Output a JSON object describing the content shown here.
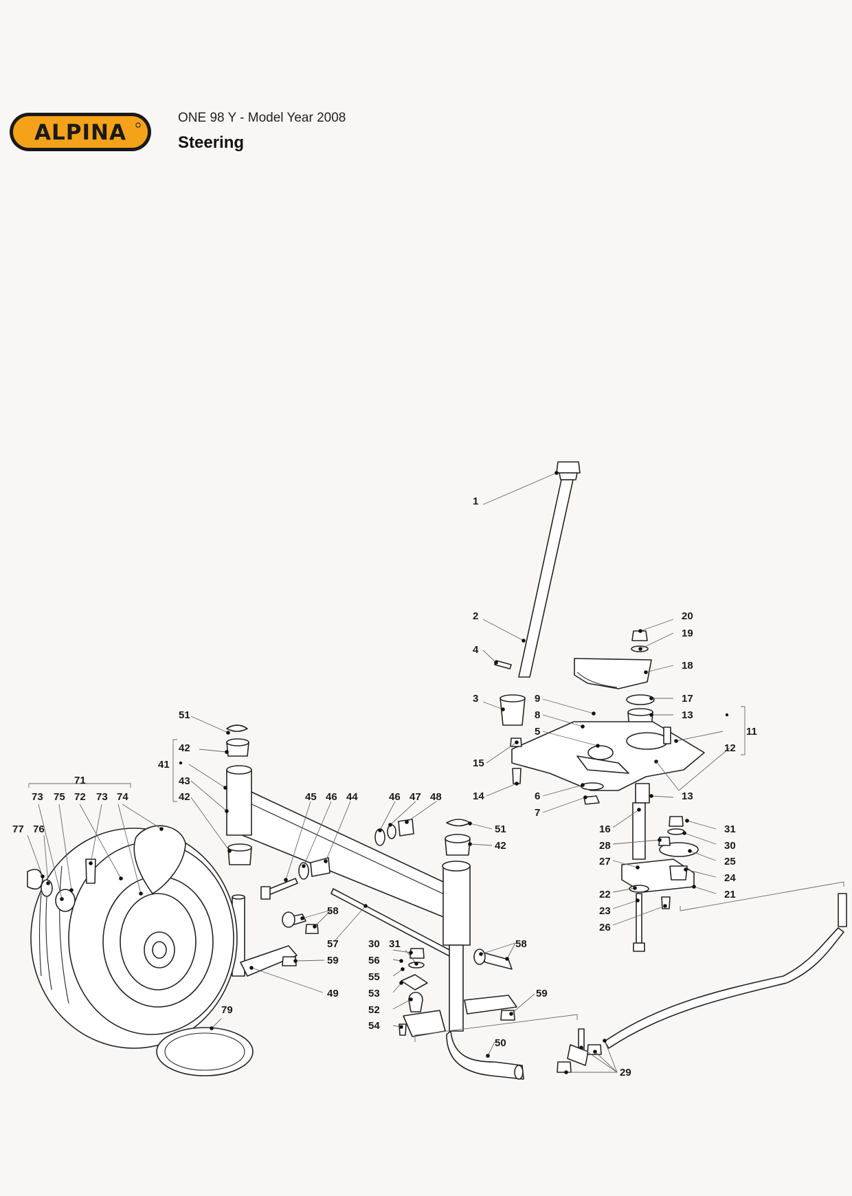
{
  "brand": {
    "logo_text": "ALPINA",
    "logo_color": "#f5a21b",
    "logo_dark": "#1a1a1a"
  },
  "header": {
    "subtitle": "ONE 98 Y - Model Year 2008",
    "title": "Steering"
  },
  "callouts": {
    "c1": "1",
    "c2": "2",
    "c3": "3",
    "c4": "4",
    "c5": "5",
    "c6": "6",
    "c7": "7",
    "c8": "8",
    "c9": "9",
    "c11": "11",
    "c12": "12",
    "c13a": "13",
    "c13b": "13",
    "c14": "14",
    "c15": "15",
    "c16": "16",
    "c17": "17",
    "c18": "18",
    "c19": "19",
    "c20": "20",
    "c21": "21",
    "c22": "22",
    "c23": "23",
    "c24": "24",
    "c25": "25",
    "c26": "26",
    "c27": "27",
    "c28": "28",
    "c29": "29",
    "c30a": "30",
    "c30b": "30",
    "c31a": "31",
    "c31b": "31",
    "c41": "41",
    "c42a": "42",
    "c42b": "42",
    "c42c": "42",
    "c43": "43",
    "c44": "44",
    "c45": "45",
    "c46a": "46",
    "c46b": "46",
    "c47": "47",
    "c48": "48",
    "c49": "49",
    "c50": "50",
    "c51a": "51",
    "c51b": "51",
    "c52": "52",
    "c53": "53",
    "c54": "54",
    "c55": "55",
    "c56": "56",
    "c57": "57",
    "c58a": "58",
    "c58b": "58",
    "c59a": "59",
    "c59b": "59",
    "c71": "71",
    "c72": "72",
    "c73a": "73",
    "c73b": "73",
    "c74": "74",
    "c75": "75",
    "c76": "76",
    "c77": "77",
    "c79": "79"
  }
}
